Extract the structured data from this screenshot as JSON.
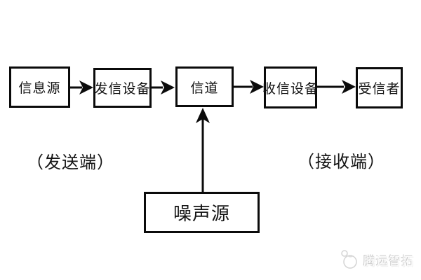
{
  "diagram": {
    "title_hint": "communication-system-block-diagram",
    "background_color": "#ffffff",
    "line_color": "#0b0b0b",
    "nodes": [
      {
        "id": "information-source",
        "label": "信息源"
      },
      {
        "id": "transmitting-device",
        "label": "发信设备"
      },
      {
        "id": "channel",
        "label": "信道"
      },
      {
        "id": "receiving-device",
        "label": "收信设备"
      },
      {
        "id": "recipient",
        "label": "受信者"
      },
      {
        "id": "noise-source",
        "label": "噪声源"
      }
    ],
    "edges": [
      {
        "from": "信息源",
        "to": "发信设备"
      },
      {
        "from": "发信设备",
        "to": "信道"
      },
      {
        "from": "信道",
        "to": "收信设备"
      },
      {
        "from": "收信设备",
        "to": "受信者"
      },
      {
        "from": "噪声源",
        "to": "信道"
      }
    ],
    "annotations": [
      {
        "id": "sender-side",
        "label": "（发送端）"
      },
      {
        "id": "receiver-side",
        "label": "（接收端）"
      }
    ],
    "watermark": {
      "text": "腾远智拓"
    }
  }
}
